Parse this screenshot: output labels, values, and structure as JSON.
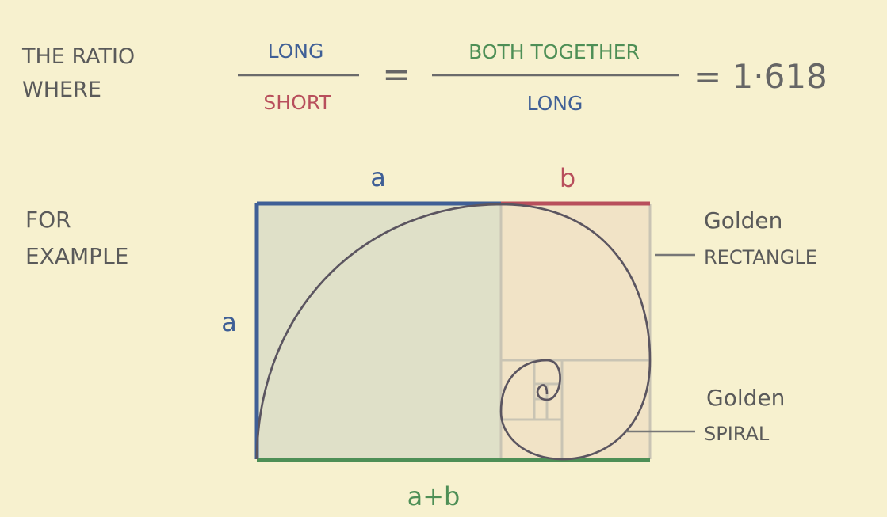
{
  "intro": {
    "line1": "THE RATIO",
    "line2": "WHERE"
  },
  "formula": {
    "first_numerator": "LONG",
    "first_denominator": "SHORT",
    "equals": "=",
    "second_numerator": "BOTH TOGETHER",
    "second_denominator": "LONG",
    "result": "= 1·618"
  },
  "example": {
    "line1": "FOR",
    "line2": "EXAMPLE"
  },
  "diagram": {
    "top_label_a": "a",
    "top_label_b": "b",
    "left_label_a": "a",
    "bottom_label": "a+b",
    "rectangle_label_line1": "Golden",
    "rectangle_label_line2": "RECTANGLE",
    "spiral_label_line1": "Golden",
    "spiral_label_line2": "SPIRAL"
  },
  "colors": {
    "background": "#f7f1cf",
    "text_gray": "#5a5a5a",
    "blue": "#3f5f96",
    "red": "#b84f5c",
    "green": "#4e8f56",
    "square_fill": "#dfe0c8",
    "right_fill": "#f1e3c6",
    "grid_line": "#c9c4b4",
    "spiral": "#5b5560"
  }
}
